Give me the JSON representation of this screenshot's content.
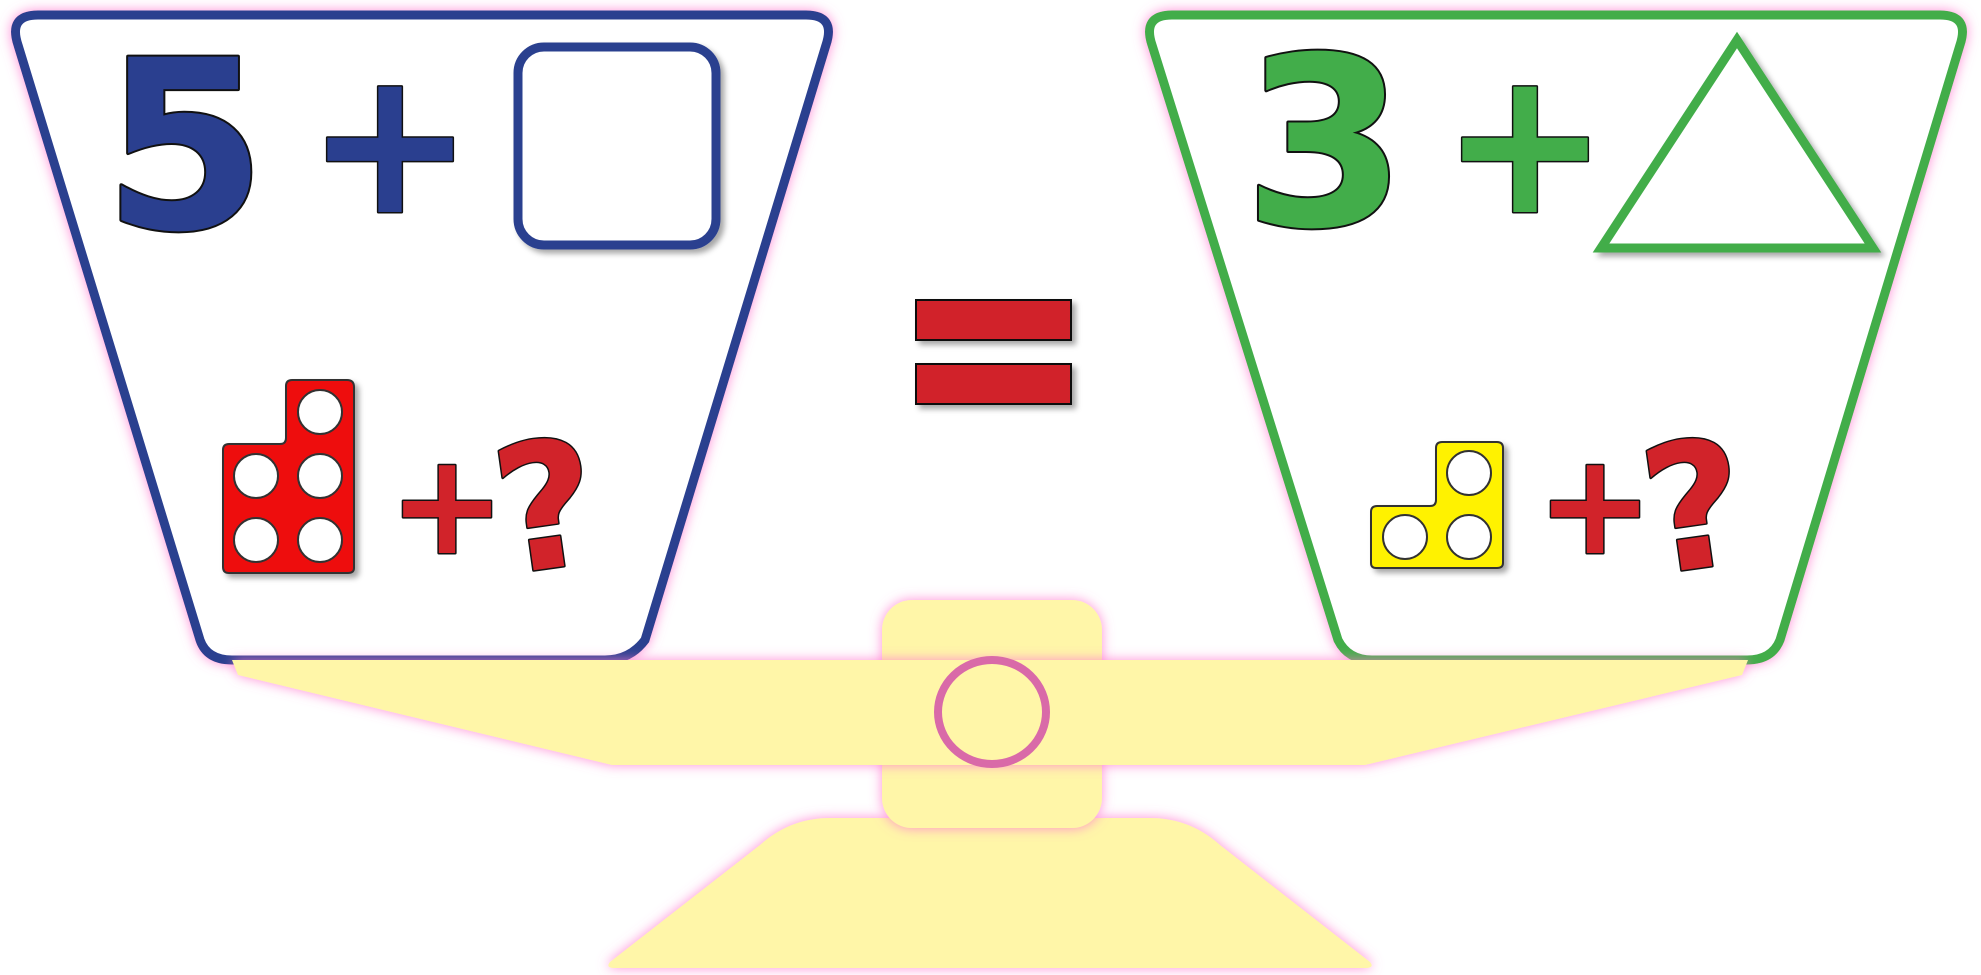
{
  "left_pan": {
    "number": "5",
    "plus": "+",
    "shape_icon": "square-outline-icon",
    "color": "#2a3f8f",
    "numicon": {
      "value": 5,
      "color": "#ee1111",
      "icon": "numicon-5-icon"
    },
    "unknown": {
      "plus": "+",
      "mark": "?"
    }
  },
  "right_pan": {
    "number": "3",
    "plus": "+",
    "shape_icon": "triangle-outline-icon",
    "color": "#42ad4a",
    "numicon": {
      "value": 3,
      "color": "#fff200",
      "icon": "numicon-3-icon"
    },
    "unknown": {
      "plus": "+",
      "mark": "?"
    }
  },
  "equals": {
    "symbol": "=",
    "color": "#d1232a"
  },
  "scale": {
    "color": "#fff6a8",
    "glow": "#ff7ad0",
    "pivot_color": "#d96aa8"
  },
  "question_color": "#d1232a"
}
